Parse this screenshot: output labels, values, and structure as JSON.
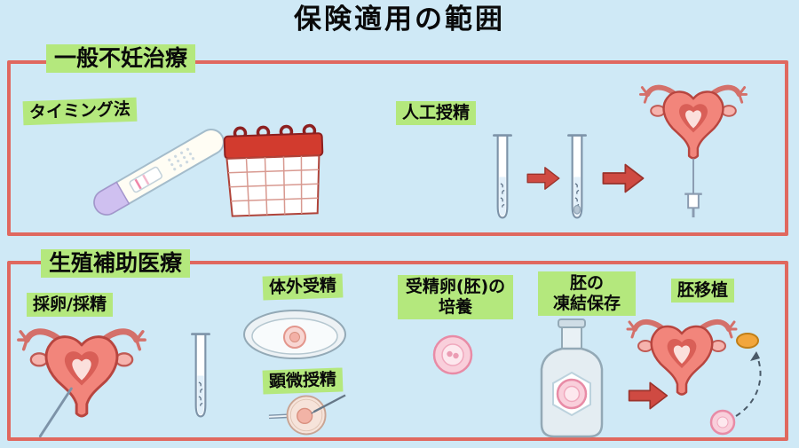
{
  "title": "保険適用の範囲",
  "colors": {
    "background": "#cfe9f6",
    "section_border": "#e0685f",
    "label_highlight": "#b4e87d",
    "arrow": "#cf4a42",
    "text": "#111111"
  },
  "sections": {
    "general": {
      "heading": "一般不妊治療",
      "timing_label": "タイミング法",
      "insemination_label": "人工授精"
    },
    "art": {
      "heading": "生殖補助医療",
      "collection_label": "採卵/採精",
      "ivf_label": "体外受精",
      "icsi_label": "顕微授精",
      "culture_label": "受精卵(胚)の\n培養",
      "freezing_label": "胚の\n凍結保存",
      "transfer_label": "胚移植"
    }
  },
  "icons": [
    "pregnancy-test-icon",
    "calendar-icon",
    "test-tube-icon",
    "test-tube-sediment-icon",
    "arrow-right-icon",
    "uterus-insemination-icon",
    "uterus-egg-collection-icon",
    "petri-dish-icon",
    "icsi-injection-icon",
    "embryo-cell-icon",
    "cryo-tank-icon",
    "uterus-embryo-transfer-icon"
  ]
}
